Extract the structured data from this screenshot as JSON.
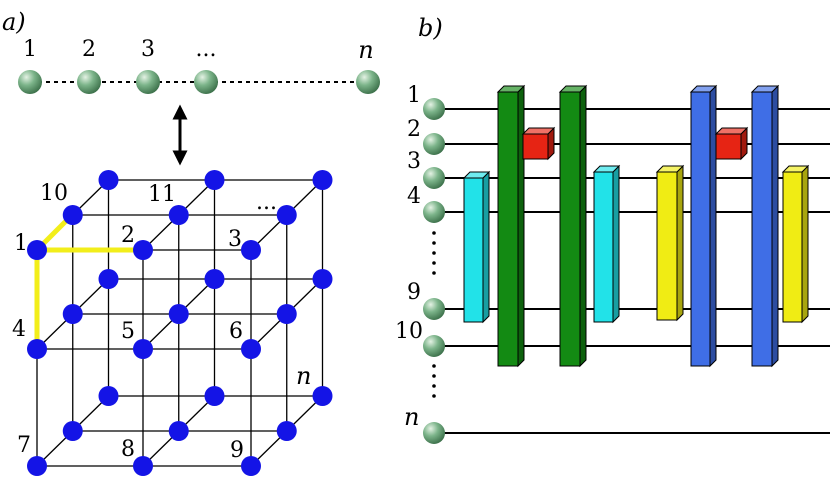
{
  "panel_a": {
    "label": "a)",
    "chain_labels": [
      "1",
      "2",
      "3",
      "...",
      "n"
    ],
    "cube_labels": {
      "n1": "1",
      "n2": "2",
      "n3": "3",
      "n4": "4",
      "n5": "5",
      "n6": "6",
      "n7": "7",
      "n8": "8",
      "n9": "9",
      "n10": "10",
      "n11": "11",
      "dots": "...",
      "nn": "n"
    }
  },
  "panel_b": {
    "label": "b)",
    "wire_labels": [
      "1",
      "2",
      "3",
      "4",
      "9",
      "10",
      "n"
    ]
  },
  "colors": {
    "qubit_green": "#5a9a6a",
    "lattice_blue": "#1414e6",
    "path_yellow": "#f2ee1a",
    "gate_cyan": "#22e2e8",
    "gate_green": "#138a13",
    "gate_blue": "#3f6ee6",
    "gate_yellow": "#f0ec14",
    "gate_red": "#e62414"
  }
}
